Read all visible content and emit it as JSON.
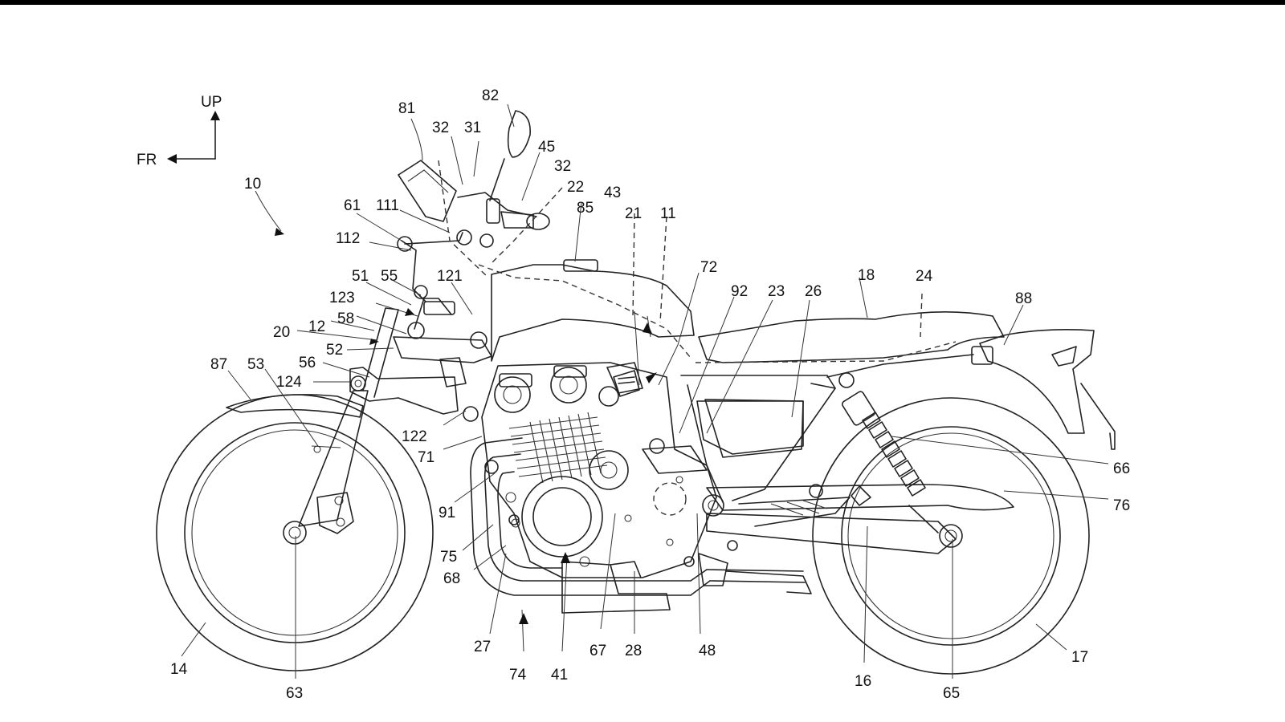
{
  "orientation": {
    "up": "UP",
    "front": "FR"
  },
  "callouts": [
    {
      "id": "10"
    },
    {
      "id": "11"
    },
    {
      "id": "12"
    },
    {
      "id": "14"
    },
    {
      "id": "16"
    },
    {
      "id": "17"
    },
    {
      "id": "18"
    },
    {
      "id": "20"
    },
    {
      "id": "21"
    },
    {
      "id": "22"
    },
    {
      "id": "23"
    },
    {
      "id": "24"
    },
    {
      "id": "26"
    },
    {
      "id": "27"
    },
    {
      "id": "28"
    },
    {
      "id": "31"
    },
    {
      "id": "32a",
      "label": "32"
    },
    {
      "id": "32b",
      "label": "32"
    },
    {
      "id": "41"
    },
    {
      "id": "43"
    },
    {
      "id": "45"
    },
    {
      "id": "48"
    },
    {
      "id": "51"
    },
    {
      "id": "52"
    },
    {
      "id": "53"
    },
    {
      "id": "55"
    },
    {
      "id": "56"
    },
    {
      "id": "58"
    },
    {
      "id": "61"
    },
    {
      "id": "63"
    },
    {
      "id": "65"
    },
    {
      "id": "66"
    },
    {
      "id": "67"
    },
    {
      "id": "68"
    },
    {
      "id": "71"
    },
    {
      "id": "72"
    },
    {
      "id": "74"
    },
    {
      "id": "75"
    },
    {
      "id": "76"
    },
    {
      "id": "81"
    },
    {
      "id": "82"
    },
    {
      "id": "85"
    },
    {
      "id": "87"
    },
    {
      "id": "88"
    },
    {
      "id": "91"
    },
    {
      "id": "92"
    },
    {
      "id": "111"
    },
    {
      "id": "112"
    },
    {
      "id": "121"
    },
    {
      "id": "122"
    },
    {
      "id": "123"
    },
    {
      "id": "124"
    }
  ]
}
